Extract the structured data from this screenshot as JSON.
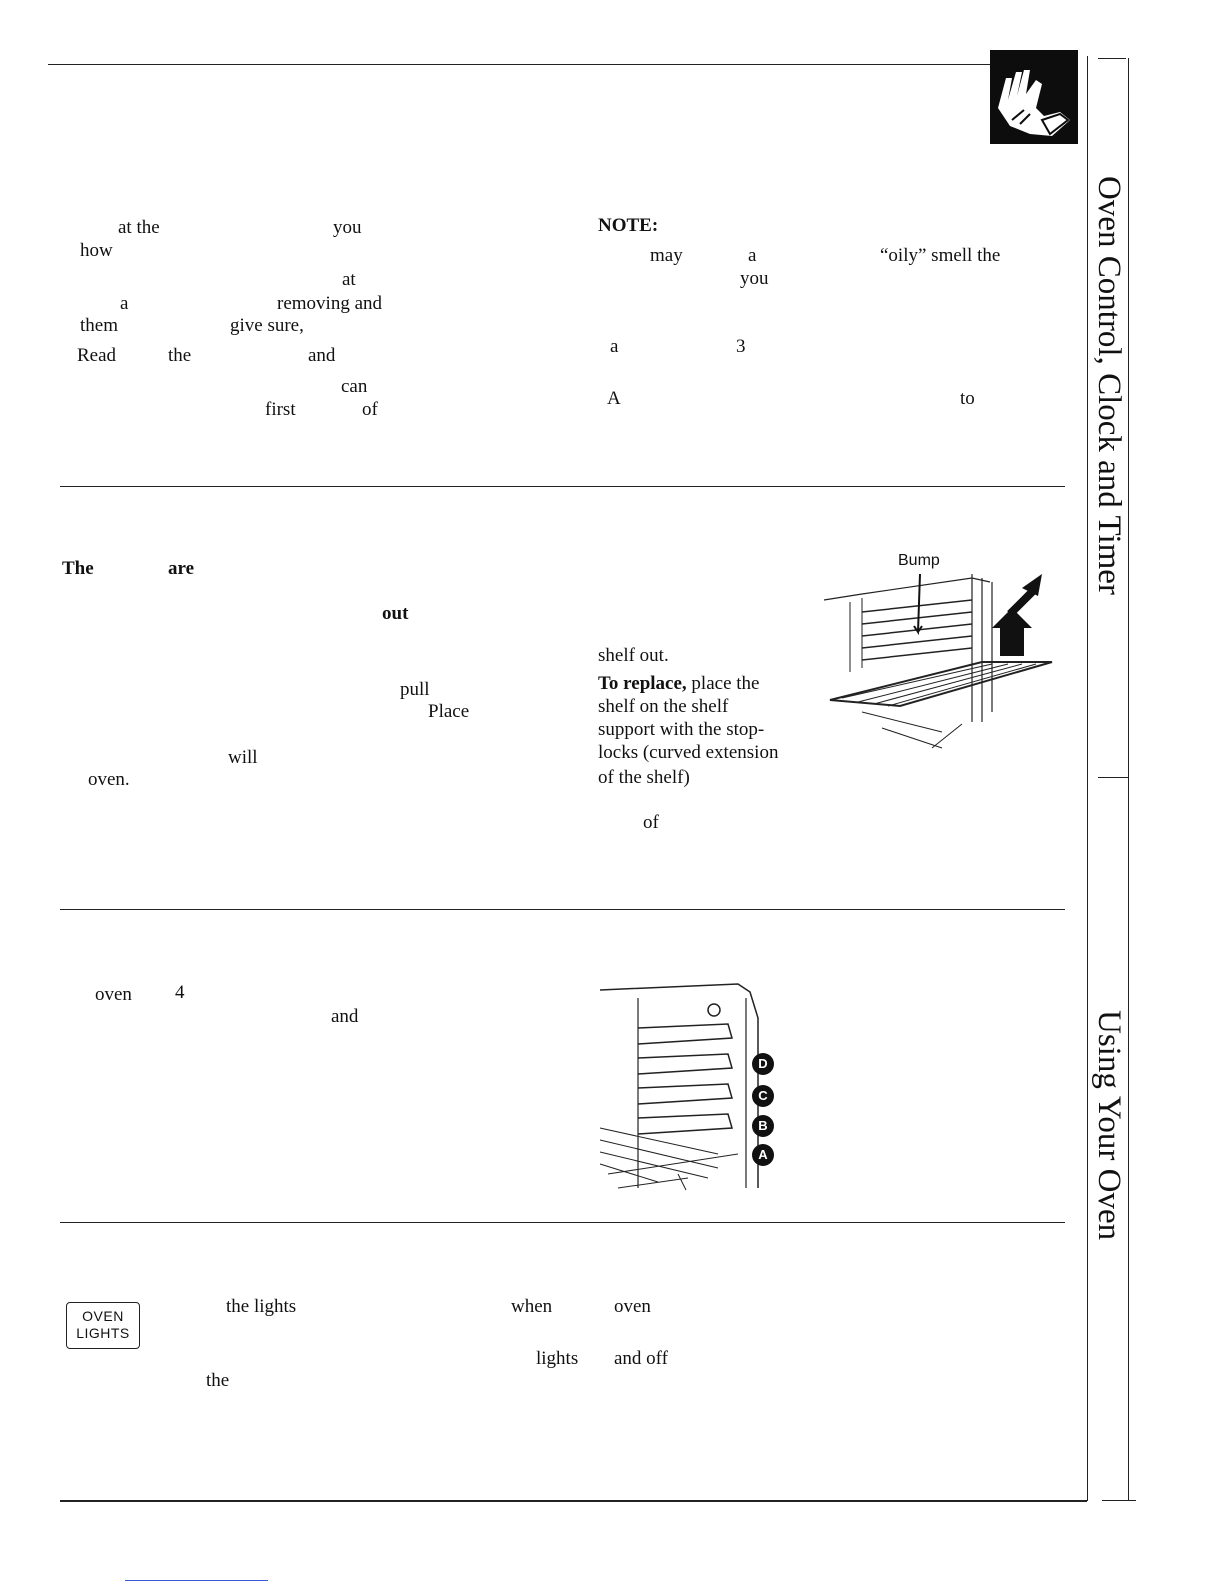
{
  "intro": {
    "w1": "at the",
    "w2": "you",
    "w3": "how",
    "w4": "at",
    "w5": "a",
    "w6": "removing and",
    "w7": "them",
    "w8": "give sure,",
    "w9": "Read",
    "w10": "the",
    "w11": "and",
    "w12": "can",
    "w13": "first",
    "w14": "of"
  },
  "note": {
    "heading": "NOTE:",
    "w1": "may",
    "w2": "a",
    "w3": "“oily” smell the",
    "w4": "you",
    "w5": "a",
    "w6": "3",
    "w7": "A",
    "w8": "to"
  },
  "shelves": {
    "w1": "The",
    "w2": "are",
    "w3": "out",
    "w4": "pull",
    "w5": "Place",
    "w6": "will",
    "w7": "oven.",
    "shelf_out": "shelf out.",
    "replace_bold": "To replace,",
    "replace_rest": "place the",
    "line2": "shelf on the shelf",
    "line3": "support with the stop-",
    "line4": "locks (curved extension",
    "line5": "of the shelf)",
    "w8": "of",
    "figure_label": "Bump"
  },
  "positions": {
    "w1": "oven",
    "w2": "4",
    "w3": "and",
    "labels": [
      "D",
      "C",
      "B",
      "A"
    ]
  },
  "lights": {
    "button_line1": "OVEN",
    "button_line2": "LIGHTS",
    "w1": "the lights",
    "w2": "when",
    "w3": "oven",
    "w4": "lights",
    "w5": "and off",
    "w6": "the"
  },
  "side_tabs": {
    "top": "Oven Control, Clock and Timer",
    "bottom": "Using Your Oven"
  }
}
